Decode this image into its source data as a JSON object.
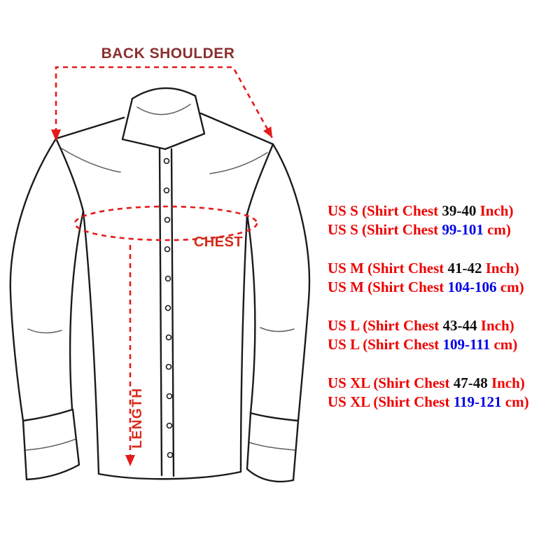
{
  "colors": {
    "size_text_red": "#ee0000",
    "inch_value": "#111111",
    "cm_value": "#0000e6",
    "measure_red": "#e51a1a",
    "back_shoulder_label": "#8b2f2f",
    "chest_label": "#d62b1a",
    "length_label": "#d62b1a",
    "line_art": "#1b1b1b"
  },
  "diagram": {
    "back_shoulder_label": "BACK SHOULDER",
    "chest_label": "CHEST",
    "length_label": "LENGTH"
  },
  "size_chart": {
    "rows": [
      {
        "prefix": "US S (Shirt Chest ",
        "value": "39-40",
        "suffix": " Inch)",
        "unit": "inch"
      },
      {
        "prefix": "US S (Shirt Chest ",
        "value": "99-101",
        "suffix": " cm)",
        "unit": "cm"
      },
      {
        "prefix": "US M (Shirt Chest ",
        "value": "41-42",
        "suffix": " Inch)",
        "unit": "inch"
      },
      {
        "prefix": "US M (Shirt Chest ",
        "value": "104-106",
        "suffix": " cm)",
        "unit": "cm"
      },
      {
        "prefix": "US L (Shirt Chest ",
        "value": "43-44",
        "suffix": " Inch)",
        "unit": "inch"
      },
      {
        "prefix": "US L (Shirt Chest ",
        "value": "109-111",
        "suffix": " cm)",
        "unit": "cm"
      },
      {
        "prefix": "US XL (Shirt Chest ",
        "value": "47-48",
        "suffix": " Inch)",
        "unit": "inch"
      },
      {
        "prefix": "US XL (Shirt Chest ",
        "value": "119-121",
        "suffix": " cm)",
        "unit": "cm"
      }
    ]
  }
}
